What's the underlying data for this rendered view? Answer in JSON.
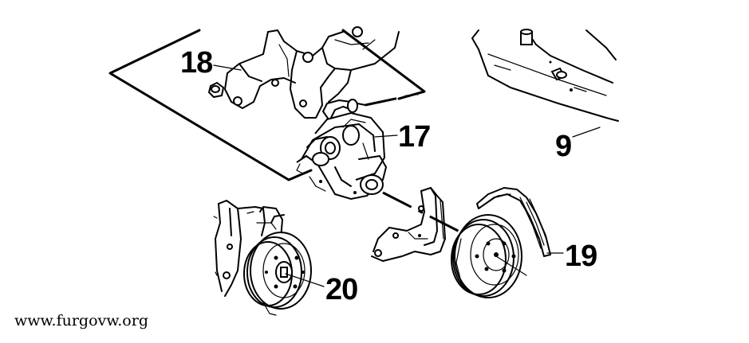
{
  "diagram": {
    "callouts": [
      {
        "id": "18",
        "label": "18"
      },
      {
        "id": "17",
        "label": "17"
      },
      {
        "id": "9",
        "label": "9"
      },
      {
        "id": "19",
        "label": "19"
      },
      {
        "id": "20",
        "label": "20"
      }
    ],
    "watermark": "www.furgovw.org"
  }
}
